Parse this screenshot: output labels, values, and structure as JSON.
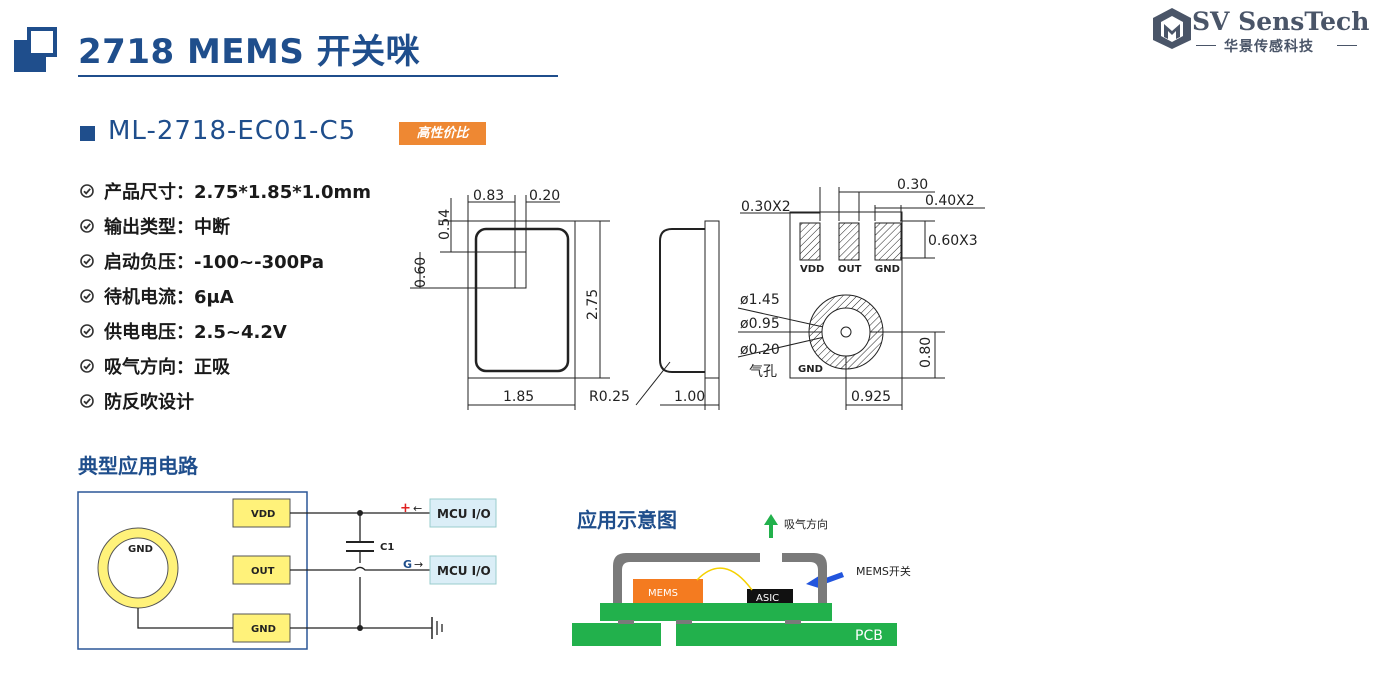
{
  "header": {
    "title": "2718 MEMS 开关咪",
    "brand_name": "SV SensTech",
    "brand_sub": "华景传感科技"
  },
  "model": {
    "name": "ML-2718-EC01-C5",
    "badge": "高性价比"
  },
  "specs": [
    "产品尺寸：2.75*1.85*1.0mm",
    "输出类型：中断",
    "启动负压：-100~-300Pa",
    "待机电流：6μA",
    "供电电压：2.5~4.2V",
    "吸气方向：正吸",
    "防反吹设计"
  ],
  "drawing": {
    "dim_083": "0.83",
    "dim_020_top": "0.20",
    "dim_054": "0.54",
    "dim_060": "0.60",
    "dim_275": "2.75",
    "dim_185": "1.85",
    "dim_r025": "R0.25",
    "dim_100": "1.00",
    "dim_030": "0.30",
    "dim_030x2": "0.30X2",
    "dim_040x2": "0.40X2",
    "dim_060x3": "0.60X3",
    "pad_vdd": "VDD",
    "pad_out": "OUT",
    "pad_gnd": "GND",
    "phi_145": "ø1.45",
    "phi_095": "ø0.95",
    "phi_020": "ø0.20",
    "air_hole": "气孔",
    "ring_gnd": "GND",
    "dim_080": "0.80",
    "dim_0925": "0.925"
  },
  "circuit": {
    "section_title": "典型应用电路",
    "gnd_ring": "GND",
    "pin_vdd": "VDD",
    "pin_out": "OUT",
    "pin_gnd": "GND",
    "cap": "C1",
    "mcu1": "MCU I/O",
    "mcu2": "MCU I/O",
    "plus": "+",
    "g": "G",
    "arrow_left": "←",
    "arrow_right": "→"
  },
  "application": {
    "title": "应用示意图",
    "suction": "吸气方向",
    "mems_switch": "MEMS开关",
    "mems": "MEMS",
    "asic": "ASIC",
    "pcb": "PCB"
  },
  "colors": {
    "brand_blue": "#1f4e8c",
    "badge_orange": "#ee8833",
    "pcb_green": "#22b14c",
    "pin_yellow": "#fff27a",
    "mcu_box": "#dbeef7"
  }
}
